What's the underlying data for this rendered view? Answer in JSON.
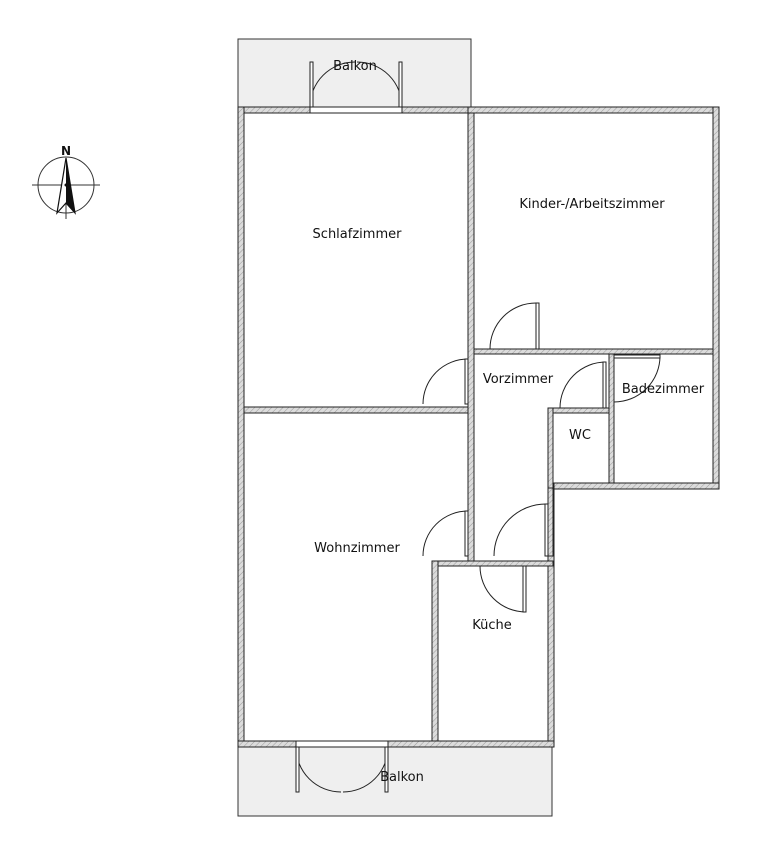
{
  "rooms": {
    "balkon_top": "Balkon",
    "schlafzimmer": "Schlafzimmer",
    "kinder": "Kinder-/Arbeitszimmer",
    "vorzimmer": "Vorzimmer",
    "badezimmer": "Badezimmer",
    "wc": "WC",
    "wohnzimmer": "Wohnzimmer",
    "kueche": "Küche",
    "balkon_bottom": "Balkon"
  },
  "compass": {
    "letter": "N",
    "icon": "north-arrow-icon"
  },
  "colors": {
    "wall": "#c9c9c9",
    "balcony": "#efefef",
    "line": "#222222"
  }
}
